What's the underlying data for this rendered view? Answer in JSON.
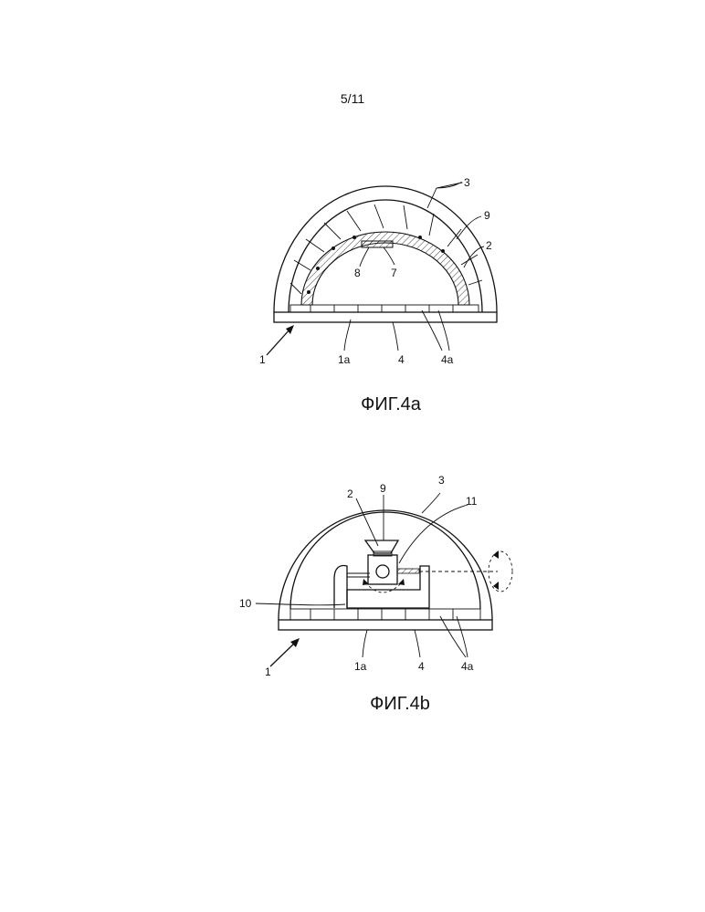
{
  "page": {
    "number": "5/11"
  },
  "figure_a": {
    "caption": "ФИГ.4a",
    "labels": {
      "l1": "1",
      "l1a": "1a",
      "l2": "2",
      "l3": "3",
      "l4": "4",
      "l4a": "4a",
      "l7": "7",
      "l8": "8",
      "l9": "9"
    }
  },
  "figure_b": {
    "caption": "ФИГ.4b",
    "labels": {
      "l1": "1",
      "l1a": "1a",
      "l2": "2",
      "l3": "3",
      "l4": "4",
      "l4a": "4a",
      "l9": "9",
      "l10": "10",
      "l11": "11"
    }
  }
}
